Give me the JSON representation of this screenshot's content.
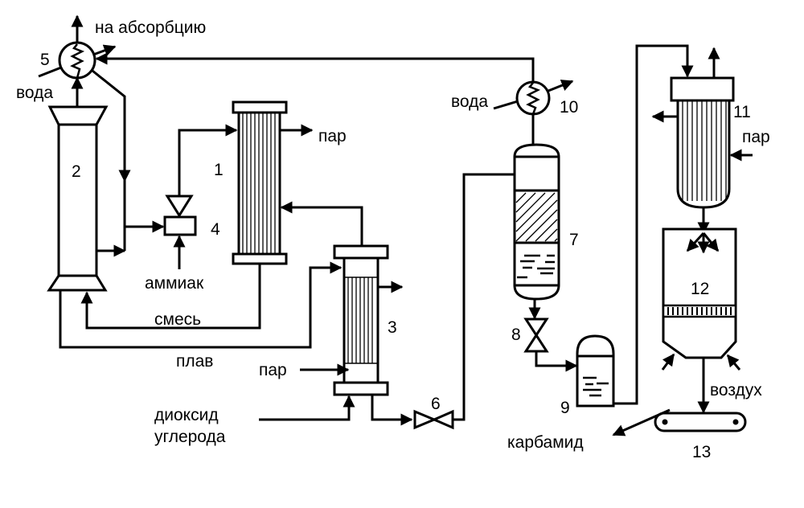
{
  "labels": {
    "to_absorption": "на абсорбцию",
    "n5": "5",
    "water_5": "вода",
    "n2": "2",
    "n1": "1",
    "steam_1": "пар",
    "n4": "4",
    "ammonia": "аммиак",
    "mixture": "смесь",
    "melt": "плав",
    "n3": "3",
    "steam_3": "пар",
    "co2_line1": "диоксид",
    "co2_line2": "углерода",
    "n6": "6",
    "water_10": "вода",
    "n10": "10",
    "n7": "7",
    "n8": "8",
    "n9": "9",
    "urea": "карбамид",
    "n11": "11",
    "steam_11": "пар",
    "n12": "12",
    "air": "воздух",
    "n13": "13"
  }
}
